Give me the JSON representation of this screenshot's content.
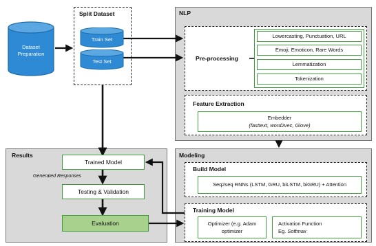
{
  "dataset_prep": {
    "label": "Dataset Preparation"
  },
  "split_dataset": {
    "title": "Split Dataset",
    "train": "Train Set",
    "test": "Test Set"
  },
  "nlp": {
    "title": "NLP",
    "preprocessing": {
      "title": "Pre-processing",
      "steps": [
        "Lowercasting, Punctuation, URL",
        "Emoji, Emoticon, Rare Words",
        "Lemmatization",
        "Tokenization"
      ]
    },
    "feature_extraction": {
      "title": "Feature Extraction",
      "embedder_label": "Embedder",
      "embedder_detail": "(fasttext, word2vec, Glove)"
    }
  },
  "results": {
    "title": "Results",
    "trained_model": "Trained Model",
    "generated_responses": "Generated Responses",
    "testing_validation": "Testing & Validation",
    "evaluation": "Evaluation"
  },
  "modeling": {
    "title": "Modeling",
    "build_model": {
      "title": "Build Model",
      "description": "Seq2seq RNNs (LSTM, GRU, biLSTM, biGRU) + Attention"
    },
    "training_model": {
      "title": "Training Model",
      "optimizer_line1": "Optimizer (e.g. Adam",
      "optimizer_line2": "optimizer",
      "activation_line1": "Activation Function",
      "activation_prefix": "Eg. ",
      "activation_example": "Softmax"
    }
  },
  "colors": {
    "cylinder_fill": "#2e8ad4",
    "cylinder_top": "#5aa7e2",
    "cylinder_stroke": "#1c6aa8",
    "panel_fill": "#d9d9d9",
    "green_border": "#3f9f3c",
    "green_fill": "#a9d18e"
  }
}
